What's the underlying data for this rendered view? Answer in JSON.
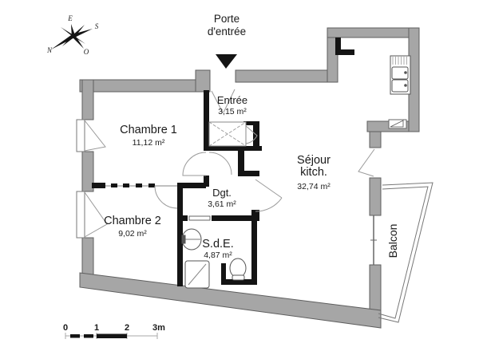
{
  "plan": {
    "entrance": {
      "label_line1": "Porte",
      "label_line2": "d'entrée"
    },
    "rooms": {
      "chambre1": {
        "name": "Chambre 1",
        "area": "11,12 m²"
      },
      "chambre2": {
        "name": "Chambre 2",
        "area": "9,02 m²"
      },
      "entree": {
        "name": "Entrée",
        "area": "3,15 m²"
      },
      "sejour": {
        "name_line1": "Séjour",
        "name_line2": "kitch.",
        "area": "32,74 m²"
      },
      "dgt": {
        "name": "Dgt.",
        "area": "3,61 m²"
      },
      "sde": {
        "name": "S.d.E.",
        "area": "4,87 m²"
      },
      "balcon": {
        "name": "Balcon"
      }
    },
    "compass": {
      "north": "N",
      "south": "S",
      "east": "E",
      "west": "O"
    },
    "scale_bar": {
      "tick0": "0",
      "tick1": "1",
      "tick2": "2",
      "tick3": "3m"
    },
    "colors": {
      "exterior_wall": "#a6a6a6",
      "wall_outline": "#5f5f5f",
      "partition": "#141414",
      "thin_line": "#8a8a8a",
      "text": "#1a1a1a",
      "background": "#ffffff"
    }
  }
}
